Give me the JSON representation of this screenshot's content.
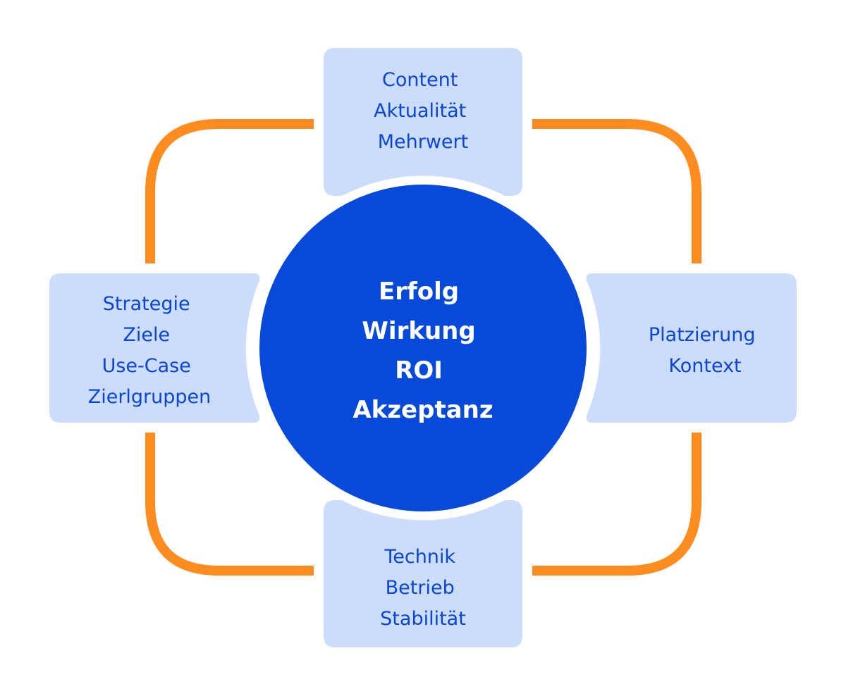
{
  "colors": {
    "connector": "#ff8c21",
    "box_fill": "#ccdcfb",
    "box_text": "#0a46d6",
    "center_fill": "#0749d9",
    "center_text": "#ffffff",
    "background": "#ffffff"
  },
  "center": {
    "lines": [
      "Erfolg",
      "Wirkung",
      "ROI",
      "Akzeptanz"
    ]
  },
  "boxes": {
    "top": {
      "lines": [
        "Content",
        "Aktualität",
        "Mehrwert"
      ]
    },
    "left": {
      "lines": [
        "Strategie",
        "Ziele",
        "Use-Case",
        "Zierlgruppen"
      ]
    },
    "right": {
      "lines": [
        "Platzierung",
        "Kontext"
      ]
    },
    "bottom": {
      "lines": [
        "Technik",
        "Betrieb",
        "Stabilität"
      ]
    }
  }
}
